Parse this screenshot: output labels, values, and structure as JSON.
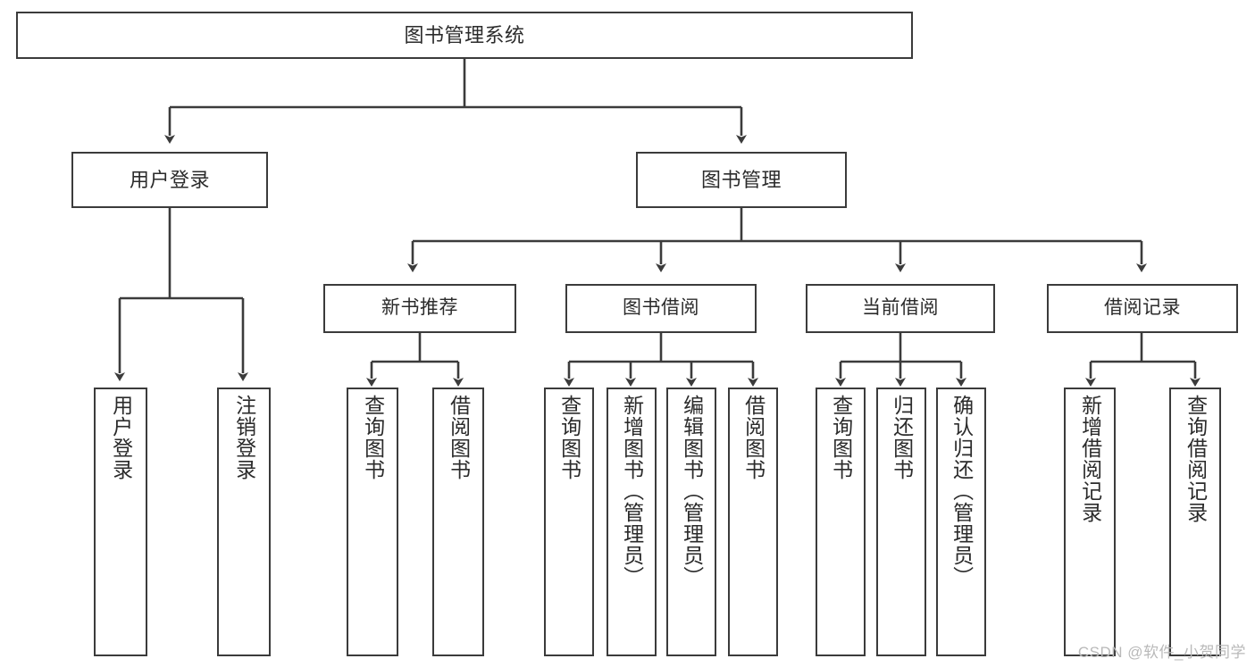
{
  "diagram": {
    "title": "图书管理系统",
    "type": "tree-hierarchy",
    "watermark": "CSDN @软件_小贺同学",
    "colors": {
      "stroke": "#3b3b3b",
      "fill": "#ffffff",
      "text": "#2b2b2b",
      "watermark": "#b9b9b9"
    },
    "nodes": {
      "root": {
        "label": "图书管理系统"
      },
      "level1": [
        {
          "id": "user-login",
          "label": "用户登录"
        },
        {
          "id": "book-manage",
          "label": "图书管理"
        }
      ],
      "level2": [
        {
          "id": "new-book-rec",
          "label": "新书推荐"
        },
        {
          "id": "book-borrow",
          "label": "图书借阅"
        },
        {
          "id": "current-borrow",
          "label": "当前借阅"
        },
        {
          "id": "borrow-record",
          "label": "借阅记录"
        }
      ],
      "leaves": {
        "user_login": [
          {
            "id": "leaf-user-login",
            "label": "用户登录"
          },
          {
            "id": "leaf-logout",
            "label": "注销登录"
          }
        ],
        "new_book_rec": [
          {
            "id": "leaf-query-book-1",
            "label": "查询图书"
          },
          {
            "id": "leaf-borrow-book-1",
            "label": "借阅图书"
          }
        ],
        "book_borrow": [
          {
            "id": "leaf-query-book-2",
            "label": "查询图书"
          },
          {
            "id": "leaf-add-book",
            "label": "新增图书（管理员）"
          },
          {
            "id": "leaf-edit-book",
            "label": "编辑图书（管理员）"
          },
          {
            "id": "leaf-borrow-book-2",
            "label": "借阅图书"
          }
        ],
        "current_borrow": [
          {
            "id": "leaf-query-book-3",
            "label": "查询图书"
          },
          {
            "id": "leaf-return-book",
            "label": "归还图书"
          },
          {
            "id": "leaf-confirm-return",
            "label": "确认归还（管理员）"
          }
        ],
        "borrow_record": [
          {
            "id": "leaf-add-record",
            "label": "新增借阅记录"
          },
          {
            "id": "leaf-query-record",
            "label": "查询借阅记录"
          }
        ]
      }
    }
  }
}
